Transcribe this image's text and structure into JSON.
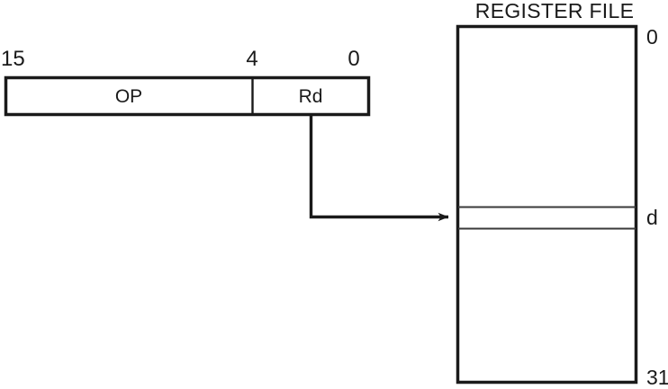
{
  "diagram": {
    "title": "REGISTER FILE",
    "instruction_word": {
      "bit_labels": {
        "msb": "15",
        "split": "4",
        "lsb": "0"
      },
      "fields": [
        {
          "name": "OP",
          "label": "OP"
        },
        {
          "name": "Rd",
          "label": "Rd"
        }
      ]
    },
    "register_file": {
      "title": "REGISTER FILE",
      "top_index": "0",
      "selected_index": "d",
      "bottom_index": "31"
    },
    "colors": {
      "stroke": "#1a1a1a",
      "thin_stroke": "#3a3a3a",
      "background": "#ffffff",
      "text": "#1a1a1a"
    }
  }
}
